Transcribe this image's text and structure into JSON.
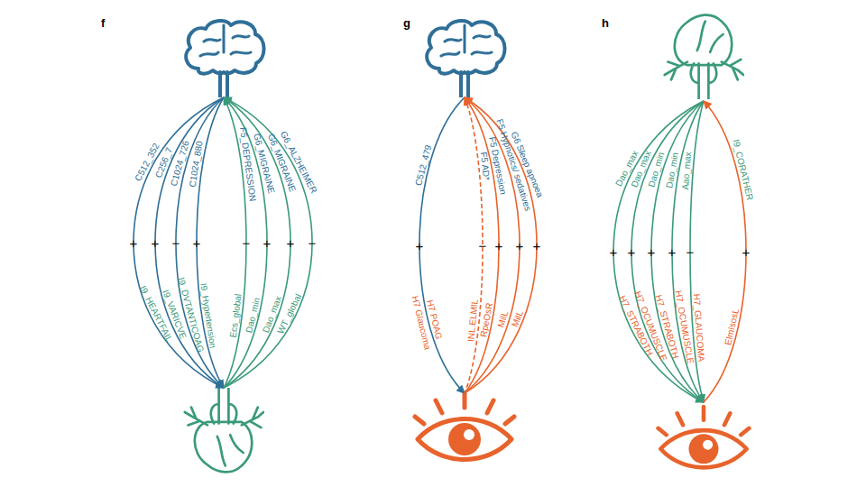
{
  "diagram": {
    "labels": [
      "f",
      "g",
      "h",
      "C512_352",
      "+",
      "I9_HEARTFAIL",
      "C256_7",
      "+",
      "I9_VARICVE",
      "C1024_726",
      "−",
      "I9_DVTANTICOAG",
      "C1024_880",
      "+",
      "I9_Hypertension",
      "F5_DEPRESSION",
      "−",
      "Ecs_global",
      "G6_MIGRAINE",
      "+",
      "Dao_min",
      "G6_MIGRAINE",
      "+",
      "Dao_max",
      "G6_ALZHEIMER",
      "−",
      "WT_global",
      "C512_479",
      "+",
      "H7 POAG",
      "H7 Glaucoma",
      "F5 AD*",
      "−",
      "INL.ELMIL",
      "F5 Depression",
      "+",
      "RpeOsR",
      "F5 Hypnotics/ sedatives",
      "+",
      "MilL",
      "G6 Sleep apnoea",
      "+",
      "MilL",
      "Dao_max",
      "+",
      "H7_STRABOTH",
      "Dao_max",
      "+",
      "H7_OCUMUSCLE",
      "Dao_min",
      "+",
      "H7_STRABOTH",
      "Dao_min",
      "+",
      "H7_OCUMUSCLE",
      "Aao_max",
      "−",
      "H7_GLAUCOMA",
      "I9_CORATHER",
      "+",
      "ElmIsosL"
    ]
  }
}
